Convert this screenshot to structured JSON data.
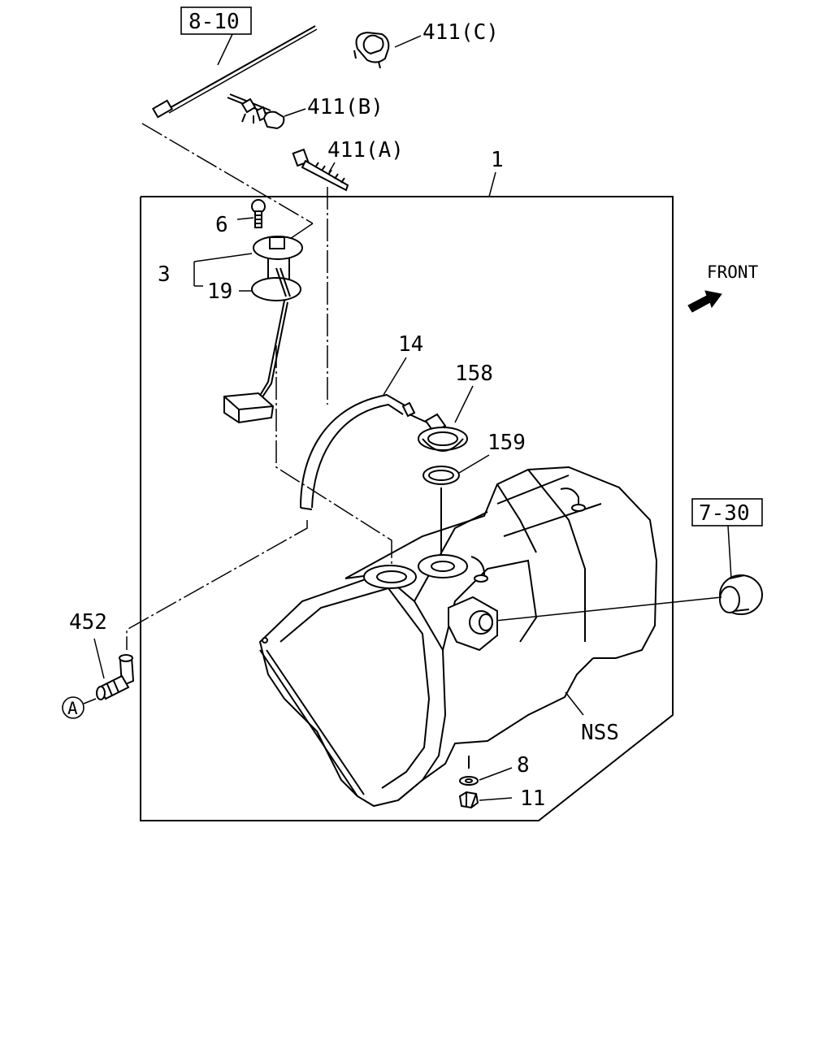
{
  "labels": {
    "ref_8_10": "8-10",
    "ref_7_30": "7-30",
    "p411c": "411(C)",
    "p411b": "411(B)",
    "p411a": "411(A)",
    "p1": "1",
    "p6": "6",
    "p3": "3",
    "p19": "19",
    "p14": "14",
    "p158": "158",
    "p159": "159",
    "front": "FRONT",
    "p452": "452",
    "circle_a": "A",
    "nss": "NSS",
    "p8": "8",
    "p11": "11"
  },
  "icons": [
    "front-arrow-icon",
    "circle-a-marker"
  ]
}
